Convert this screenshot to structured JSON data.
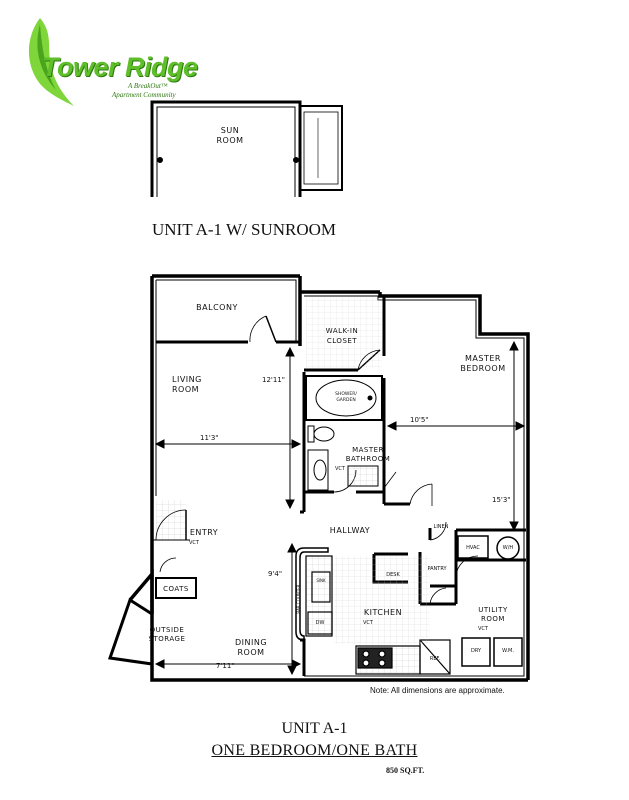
{
  "logo": {
    "brand": "Tower Ridge",
    "subtitle_1": "A BreakOut™",
    "subtitle_2": "Apartment Community"
  },
  "sunroom": {
    "room": "SUN\nROOM",
    "caption": "UNIT A-1 W/ SUNROOM"
  },
  "rooms": {
    "balcony": "BALCONY",
    "walk_in_closet": "WALK-IN\nCLOSET",
    "master_bedroom": "MASTER\nBEDROOM",
    "living_room": "LIVING\nROOM",
    "shower": "SHOWER/\nGARDEN",
    "master_bathroom": "MASTER\nBATHROOM",
    "bath_floor": "VCT",
    "hallway": "HALLWAY",
    "linen": "LINEN",
    "entry": "ENTRY",
    "entry_floor": "VCT",
    "coats": "COATS",
    "outside_storage": "OUTSIDE\nSTORAGE",
    "dining_room": "DINING\nROOM",
    "kitchen": "KITCHEN",
    "kitchen_floor": "VCT",
    "desk": "DESK",
    "pantry": "PANTRY",
    "hvac": "HVAC",
    "wh": "W/H",
    "utility_room": "UTILITY\nROOM",
    "utility_floor": "VCT",
    "dry": "DRY",
    "wm": "W.M.",
    "dw": "DW",
    "refr": "REF.",
    "sink": "SINK",
    "bar": "BAR COUNTER"
  },
  "dimensions": {
    "living_depth": "12'11\"",
    "living_width": "11'3\"",
    "bedroom_width": "10'5\"",
    "bedroom_depth": "15'3\"",
    "dining_depth": "9'4\"",
    "dining_width": "7'11\""
  },
  "note": "Note:  All dimensions are approximate.",
  "footer": {
    "unit": "UNIT A-1",
    "type": "ONE BEDROOM/ONE BATH",
    "sqft": "850 SQ.FT."
  },
  "colors": {
    "brand_green": "#5fbf2a",
    "brand_dark": "#2f7a10",
    "wall": "#000000"
  }
}
